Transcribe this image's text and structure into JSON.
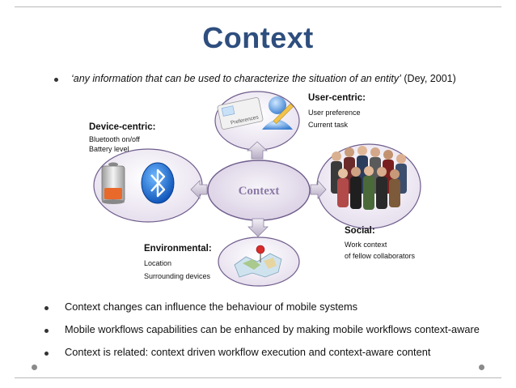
{
  "title": "Context",
  "definition": {
    "quote": "‘any information that can be used to characterize the situation of an entity’",
    "citation": "(Dey, 2001)"
  },
  "diagram": {
    "center_label": "Context",
    "categories": {
      "user_centric": {
        "label": "User-centric:",
        "items": [
          "User preference",
          "Current task"
        ]
      },
      "device_centric": {
        "label": "Device-centric:",
        "items": [
          "Bluetooth on/off",
          "Battery level"
        ]
      },
      "social": {
        "label": "Social:",
        "items": [
          "Work context",
          "of fellow collaborators"
        ]
      },
      "environmental": {
        "label": "Environmental:",
        "items": [
          "Location",
          "Surrounding devices"
        ]
      }
    },
    "preferences_card_text": "Preferences"
  },
  "bullets": [
    "Context changes can influence the behaviour of mobile systems",
    "Mobile workflows capabilities can be enhanced by making mobile workflows context-aware",
    "Context is related: context driven workflow execution and context-aware content"
  ],
  "colors": {
    "title": "#2e4e7e",
    "ellipse_fill": "#e6dfee",
    "ellipse_stroke": "#6f5d8c",
    "center_fill": "#e9e3ef",
    "center_text": "#8b79a6"
  }
}
